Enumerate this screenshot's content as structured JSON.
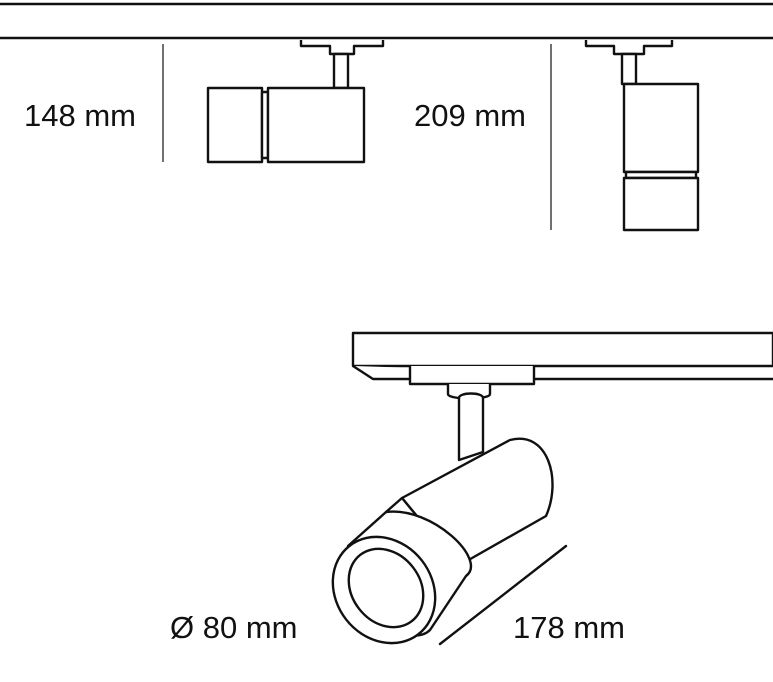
{
  "labels": {
    "height_side": "148 mm",
    "height_down": "209 mm",
    "diameter": "Ø 80 mm",
    "length": "178 mm"
  }
}
